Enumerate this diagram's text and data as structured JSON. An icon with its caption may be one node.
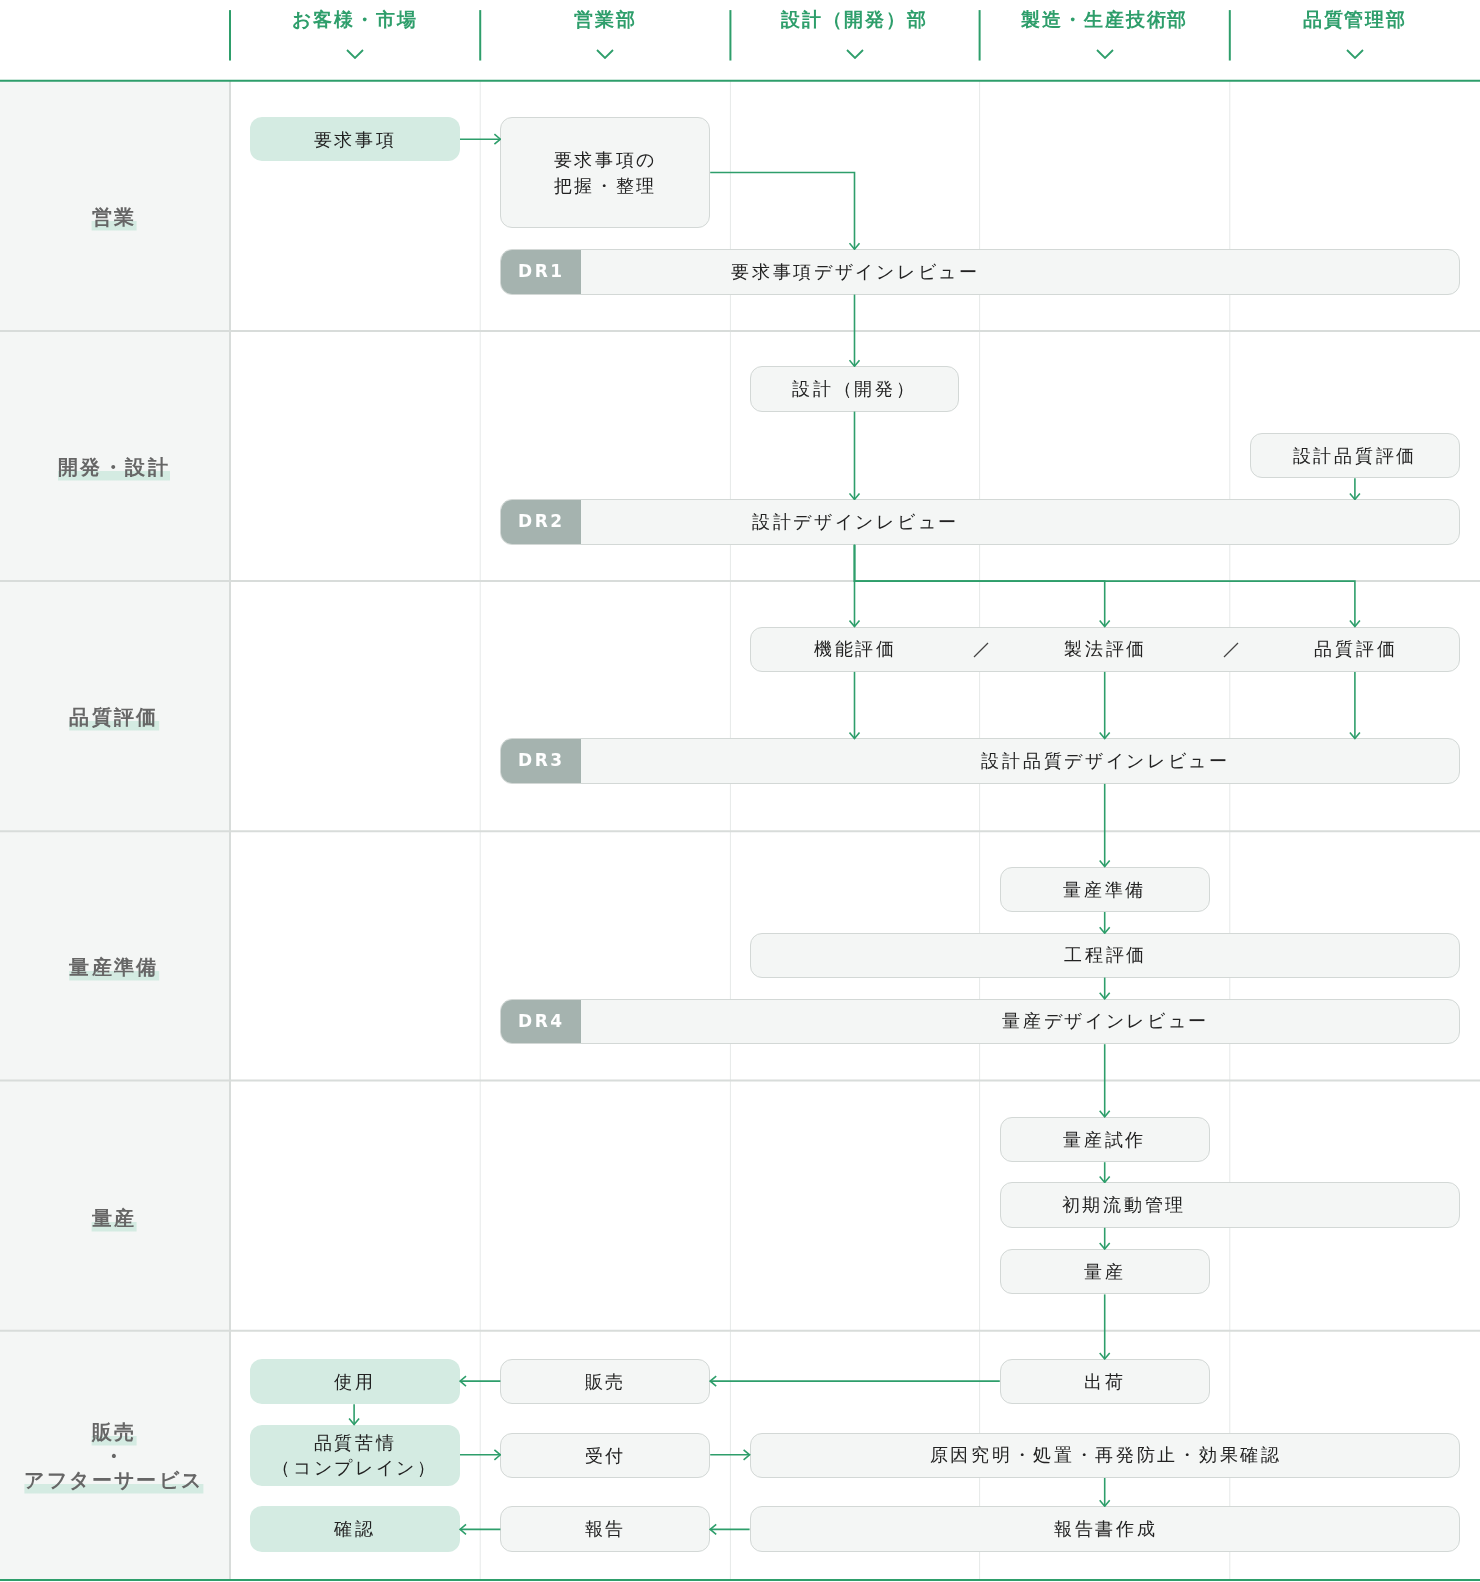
{
  "diagram": {
    "nodes": [
      {
        "text": [
          "要求事項"
        ]
      },
      {
        "text": [
          "要求事項の把握・整理"
        ]
      },
      {
        "text": [
          "DR1",
          "要求事項デザインレビュー"
        ]
      },
      {
        "text": [
          "設計（開発）"
        ]
      },
      {
        "text": [
          "設計品質評価"
        ]
      },
      {
        "text": [
          "DR2",
          "設計デザインレビュー"
        ]
      },
      {
        "text": [
          "機能評価",
          "製法評価",
          "品質評価"
        ]
      },
      {
        "text": [
          "DR3",
          "設計品質デザインレビュー"
        ]
      },
      {
        "text": [
          "量産準備"
        ]
      },
      {
        "text": [
          "工程評価"
        ]
      },
      {
        "text": [
          "DR4",
          "量産デザインレビュー"
        ]
      },
      {
        "text": [
          "量産試作"
        ]
      },
      {
        "text": [
          "初期流動管理"
        ]
      },
      {
        "text": [
          "量産"
        ]
      },
      {
        "text": [
          "出荷"
        ]
      },
      {
        "text": [
          "販売"
        ]
      },
      {
        "text": [
          "使用"
        ]
      },
      {
        "text": [
          "品質苦情",
          "（コンプレイン）"
        ]
      },
      {
        "text": [
          "受付"
        ]
      },
      {
        "text": [
          "原因究明・処置・再発防止・効果確認"
        ]
      },
      {
        "text": [
          "確認"
        ]
      },
      {
        "text": [
          "報告"
        ]
      },
      {
        "text": [
          "報告書作成"
        ]
      }
    ],
    "edges": [
      {
        "from": 0,
        "to": 1,
        "arrow": "to"
      },
      {
        "from": 1,
        "to": 2,
        "arrow": "to"
      },
      {
        "from": 2,
        "to": 3,
        "arrow": "to"
      },
      {
        "from": 3,
        "to": 5,
        "arrow": "to"
      },
      {
        "from": 4,
        "to": 5,
        "arrow": "to"
      },
      {
        "from": 5,
        "to": 6,
        "arrow": "to"
      },
      {
        "from": 5,
        "to": 6,
        "arrow": "to"
      },
      {
        "from": 5,
        "to": 6,
        "arrow": "to"
      },
      {
        "from": 6,
        "to": 7,
        "arrow": "to"
      },
      {
        "from": 6,
        "to": 7,
        "arrow": "to"
      },
      {
        "from": 6,
        "to": 7,
        "arrow": "to"
      },
      {
        "from": 7,
        "to": 8,
        "arrow": "to"
      },
      {
        "from": 8,
        "to": 9,
        "arrow": "to"
      },
      {
        "from": 9,
        "to": 10,
        "arrow": "to"
      },
      {
        "from": 10,
        "to": 11,
        "arrow": "to"
      },
      {
        "from": 11,
        "to": 12,
        "arrow": "to"
      },
      {
        "from": 12,
        "to": 13,
        "arrow": "to"
      },
      {
        "from": 13,
        "to": 14,
        "arrow": "to"
      },
      {
        "from": 14,
        "to": 15,
        "arrow": "to"
      },
      {
        "from": 15,
        "to": 16,
        "arrow": "to"
      },
      {
        "from": 16,
        "to": 17,
        "arrow": "to"
      },
      {
        "from": 17,
        "to": 18,
        "arrow": "to"
      },
      {
        "from": 18,
        "to": 19,
        "arrow": "to"
      },
      {
        "from": 19,
        "to": 22,
        "arrow": "to"
      },
      {
        "from": 22,
        "to": 21,
        "arrow": "to"
      },
      {
        "from": 21,
        "to": 20,
        "arrow": "to"
      }
    ],
    "labels": [
      "お客様・市場",
      "営業部",
      "設計（開発）部",
      "製造・生産技術部",
      "品質管理部",
      "営業",
      "開発・設計",
      "品質評価",
      "量産準備",
      "量産",
      "販売",
      "•",
      "アフターサービス"
    ]
  }
}
